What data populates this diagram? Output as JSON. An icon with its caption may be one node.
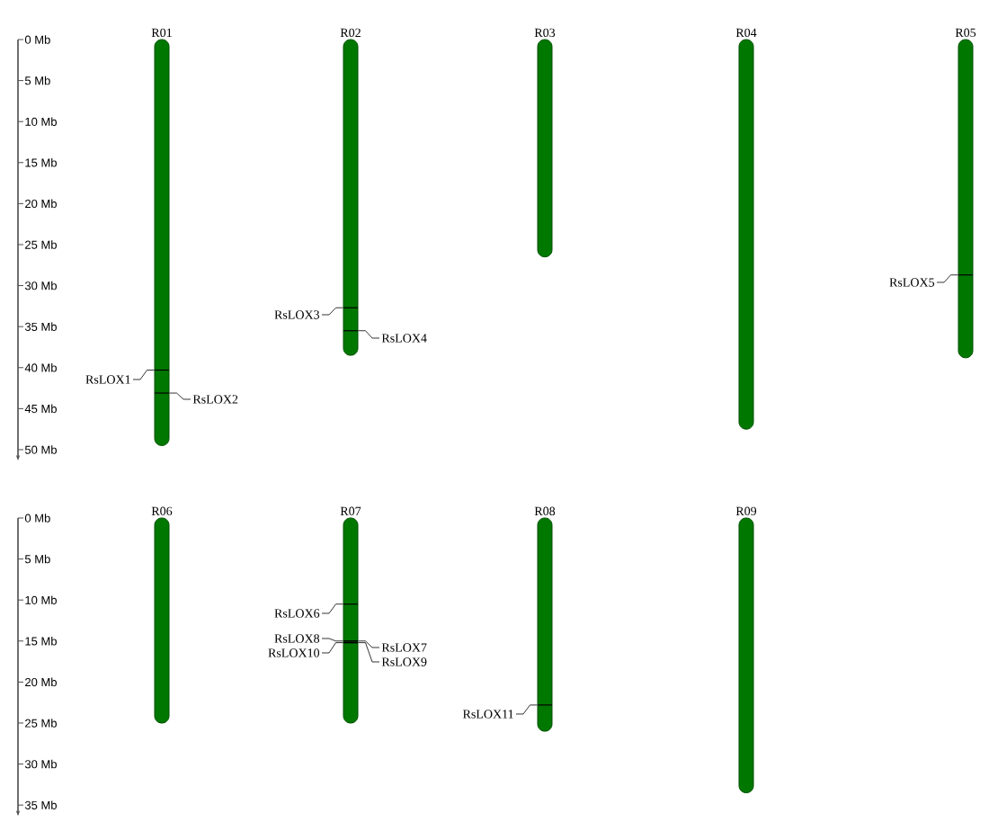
{
  "diagram": {
    "nodes": [
      {
        "text": [
          "R01"
        ]
      },
      {
        "text": [
          "R02"
        ]
      },
      {
        "text": [
          "R03"
        ]
      },
      {
        "text": [
          "R04"
        ]
      },
      {
        "text": [
          "R05"
        ]
      },
      {
        "text": [
          "R06"
        ]
      },
      {
        "text": [
          "R07"
        ]
      },
      {
        "text": [
          "R08"
        ]
      },
      {
        "text": [
          "R09"
        ]
      },
      {
        "text": [
          "RsLOX1"
        ]
      },
      {
        "text": [
          "RsLOX2"
        ]
      },
      {
        "text": [
          "RsLOX3"
        ]
      },
      {
        "text": [
          "RsLOX4"
        ]
      },
      {
        "text": [
          "RsLOX5"
        ]
      },
      {
        "text": [
          "RsLOX6"
        ]
      },
      {
        "text": [
          "RsLOX8"
        ]
      },
      {
        "text": [
          "RsLOX10"
        ]
      },
      {
        "text": [
          "RsLOX7"
        ]
      },
      {
        "text": [
          "RsLOX9"
        ]
      },
      {
        "text": [
          "RsLOX11"
        ]
      }
    ],
    "edges": [
      {
        "from": 9,
        "to": 0,
        "arrow": "none"
      },
      {
        "from": 10,
        "to": 0,
        "arrow": "none"
      },
      {
        "from": 11,
        "to": 1,
        "arrow": "none"
      },
      {
        "from": 12,
        "to": 1,
        "arrow": "none"
      },
      {
        "from": 13,
        "to": 4,
        "arrow": "none"
      },
      {
        "from": 14,
        "to": 6,
        "arrow": "none"
      },
      {
        "from": 15,
        "to": 6,
        "arrow": "none"
      },
      {
        "from": 16,
        "to": 6,
        "arrow": "none"
      },
      {
        "from": 17,
        "to": 6,
        "arrow": "none"
      },
      {
        "from": 18,
        "to": 6,
        "arrow": "none"
      },
      {
        "from": 19,
        "to": 7,
        "arrow": "none"
      }
    ],
    "labels": [
      "0 Mb",
      "5 Mb",
      "10 Mb",
      "15 Mb",
      "20 Mb",
      "25 Mb",
      "30 Mb",
      "35 Mb",
      "40 Mb",
      "45 Mb",
      "50 Mb",
      "0 Mb",
      "5 Mb",
      "10 Mb",
      "15 Mb",
      "20 Mb",
      "25 Mb",
      "30 Mb",
      "35 Mb"
    ]
  }
}
